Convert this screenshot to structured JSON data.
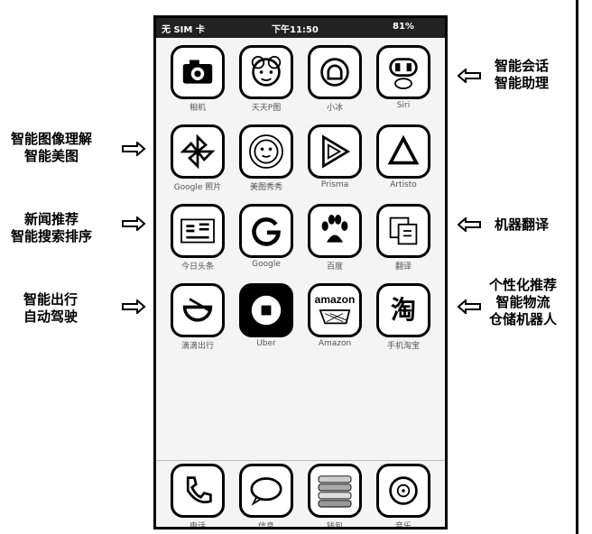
{
  "status_bar": {
    "carrier": "无 SIM 卡",
    "time": "下午11:50",
    "battery": "81%"
  },
  "apps": {
    "row1": [
      {
        "icon": "camera-icon",
        "label": "相机"
      },
      {
        "icon": "flower-face-icon",
        "label": "天天P图"
      },
      {
        "icon": "chat-bubble-icon",
        "label": "小冰"
      },
      {
        "icon": "robot-icon",
        "label": "Siri"
      }
    ],
    "row2": [
      {
        "icon": "pinwheel-icon",
        "label": "Google 照片"
      },
      {
        "icon": "face-portrait-icon",
        "label": "美图秀秀"
      },
      {
        "icon": "triangle-play-icon",
        "label": "Prisma"
      },
      {
        "icon": "triangle-icon",
        "label": "Artisto"
      }
    ],
    "row3": [
      {
        "icon": "news-icon",
        "label": "今日头条"
      },
      {
        "icon": "google-g-icon",
        "label": "Google"
      },
      {
        "icon": "baidu-paw-icon",
        "label": "百度"
      },
      {
        "icon": "translate-icon",
        "label": "翻译"
      }
    ],
    "row4": [
      {
        "icon": "didi-icon",
        "label": "滴滴出行"
      },
      {
        "icon": "uber-icon",
        "label": "Uber"
      },
      {
        "icon": "amazon-icon",
        "label": "Amazon",
        "text": "amazon"
      },
      {
        "icon": "taobao-icon",
        "label": "手机淘宝",
        "text": "淘"
      }
    ],
    "dock": [
      {
        "icon": "phone-icon",
        "label": "电话"
      },
      {
        "icon": "message-icon",
        "label": "信息"
      },
      {
        "icon": "stack-icon",
        "label": "钱包"
      },
      {
        "icon": "music-icon",
        "label": "音乐"
      }
    ]
  },
  "annotations": {
    "right_row1": [
      "智能会话",
      "智能助理"
    ],
    "left_row2": [
      "智能图像理解",
      "智能美图"
    ],
    "left_row3": [
      "新闻推荐",
      "智能搜索排序"
    ],
    "right_row3": [
      "机器翻译"
    ],
    "left_row4": [
      "智能出行",
      "自动驾驶"
    ],
    "right_row4": [
      "个性化推荐",
      "智能物流",
      "仓储机器人"
    ]
  }
}
